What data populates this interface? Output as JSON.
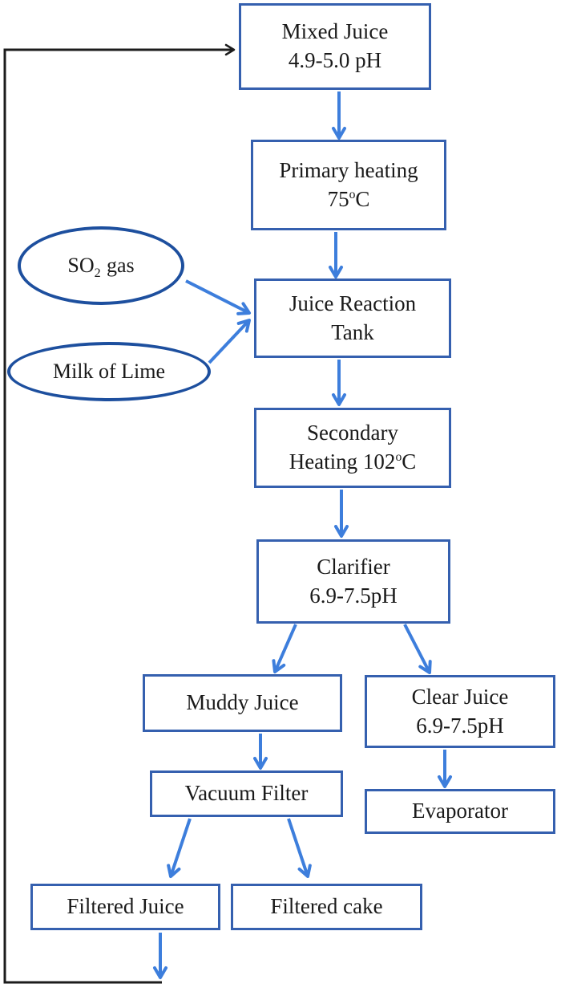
{
  "nodes": {
    "mixed_juice": {
      "line1": "Mixed Juice",
      "line2": "4.9-5.0 pH"
    },
    "primary_heating": {
      "line1": "Primary heating",
      "temp": "75",
      "deg": "o",
      "unit": "C"
    },
    "so2_gas": {
      "t1": "SO",
      "sub": "2",
      "t2": "gas"
    },
    "milk_of_lime": {
      "label": "Milk of Lime"
    },
    "juice_reaction_tank": {
      "line1": "Juice Reaction",
      "line2": "Tank"
    },
    "secondary_heating": {
      "line1": "Secondary",
      "line2": "Heating 102",
      "deg": "o",
      "unit": "C"
    },
    "clarifier": {
      "line1": "Clarifier",
      "line2": "6.9-7.5pH"
    },
    "muddy_juice": {
      "label": "Muddy Juice"
    },
    "clear_juice": {
      "line1": "Clear Juice",
      "line2": "6.9-7.5pH"
    },
    "vacuum_filter": {
      "label": "Vacuum Filter"
    },
    "evaporator": {
      "label": "Evaporator"
    },
    "filtered_juice": {
      "label": "Filtered Juice"
    },
    "filtered_cake": {
      "label": "Filtered cake"
    }
  },
  "edges": [
    {
      "from": "mixed_juice",
      "to": "primary_heating",
      "style": "blue-arrow"
    },
    {
      "from": "primary_heating",
      "to": "juice_reaction_tank",
      "style": "blue-arrow"
    },
    {
      "from": "so2_gas",
      "to": "juice_reaction_tank",
      "style": "blue-arrow"
    },
    {
      "from": "milk_of_lime",
      "to": "juice_reaction_tank",
      "style": "blue-arrow"
    },
    {
      "from": "juice_reaction_tank",
      "to": "secondary_heating",
      "style": "blue-arrow"
    },
    {
      "from": "secondary_heating",
      "to": "clarifier",
      "style": "blue-arrow"
    },
    {
      "from": "clarifier",
      "to": "muddy_juice",
      "style": "blue-arrow"
    },
    {
      "from": "clarifier",
      "to": "clear_juice",
      "style": "blue-arrow"
    },
    {
      "from": "muddy_juice",
      "to": "vacuum_filter",
      "style": "blue-arrow"
    },
    {
      "from": "vacuum_filter",
      "to": "filtered_juice",
      "style": "blue-arrow"
    },
    {
      "from": "vacuum_filter",
      "to": "filtered_cake",
      "style": "blue-arrow"
    },
    {
      "from": "clear_juice",
      "to": "evaporator",
      "style": "blue-arrow"
    },
    {
      "from": "filtered_juice",
      "to": "mixed_juice",
      "style": "black-feedback-loop"
    }
  ],
  "colors": {
    "box_border": "#3560af",
    "ellipse_border": "#1d4f9e",
    "arrow_blue": "#3d7edc",
    "feedback_line": "#1c1c1c",
    "text": "#1a1a1a",
    "background": "#ffffff"
  }
}
